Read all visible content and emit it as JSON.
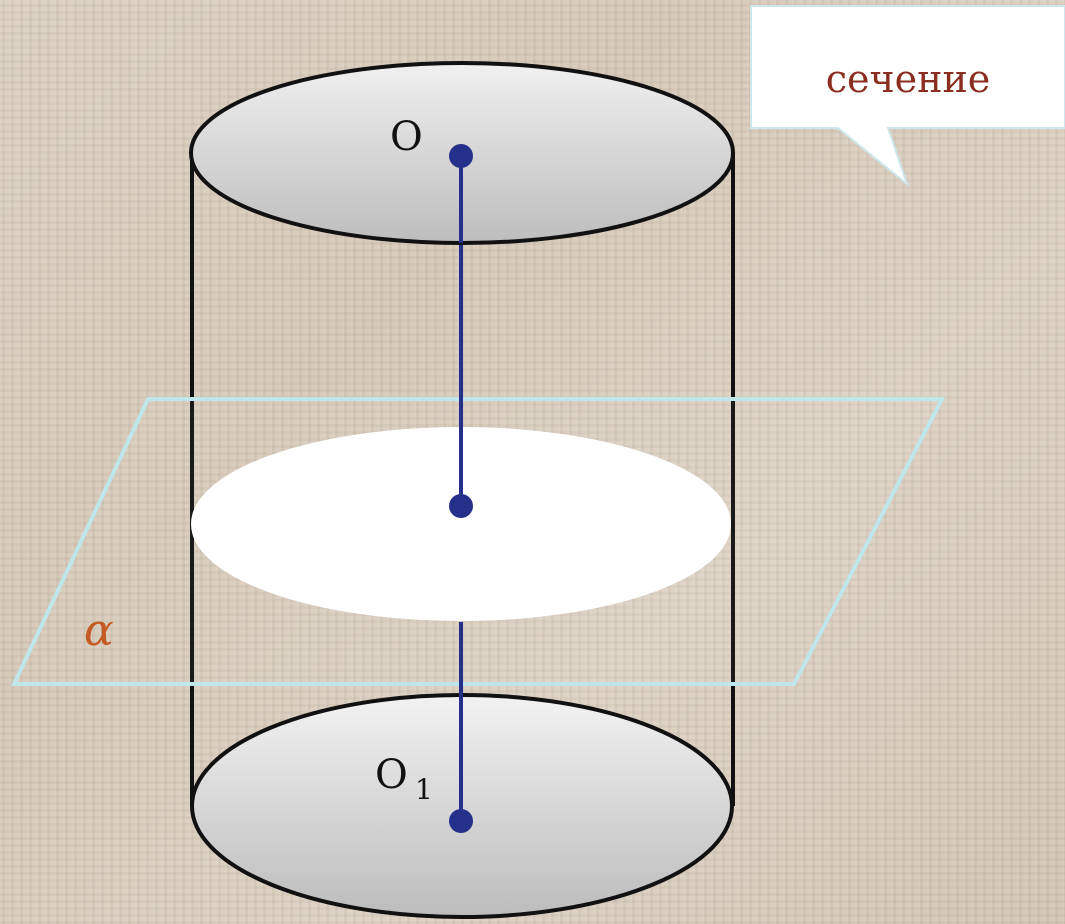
{
  "callout": {
    "label": "сечение"
  },
  "points": {
    "top": "O",
    "bottom": "O",
    "bottom_subscript": "1"
  },
  "plane": {
    "label": "α"
  },
  "colors": {
    "axis": "#25308a",
    "outline": "#111111",
    "plane_edge": "#bfe6ea",
    "section_fill": "#ffffff",
    "callout_text": "#8b2d1f",
    "plane_label": "#c45a24"
  }
}
